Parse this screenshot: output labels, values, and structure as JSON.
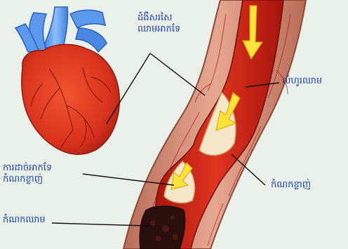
{
  "diagram": {
    "labels": {
      "coronary_artery": [
        "ដំងឺសរសៃ",
        "ឈាមអាកទែ"
      ],
      "lumen": "លំហូរឈាម",
      "plaque_right": "កំណកខ្លាញ់",
      "plaque_rupture": [
        "ការដាច់អាកទែ",
        "កំណកខ្លាញ់"
      ],
      "blood_clot": "កំណកឈាម"
    },
    "colors": {
      "background": "#eaf0ea",
      "heart_red": "#d8321c",
      "vessel_blue": "#4f8ee8",
      "artery_wall": "#c9826a",
      "blood": "#c4170f",
      "flow_arrow": "#ffe23a",
      "label_text": "#1f3fa8"
    }
  }
}
